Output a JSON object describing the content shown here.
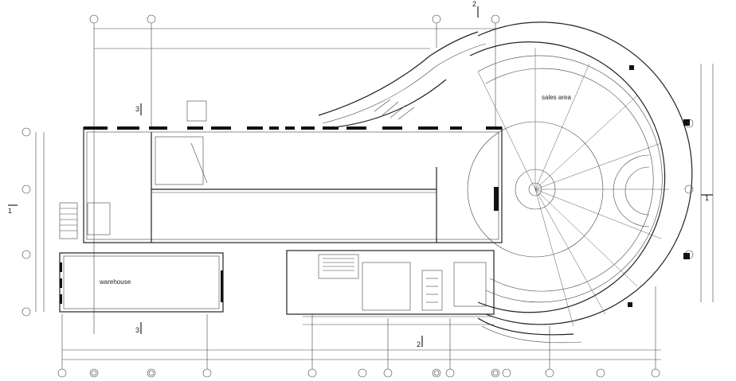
{
  "drawing": {
    "rooms": {
      "warehouse": "warehouse",
      "sales_area": "sales area"
    },
    "section_marks": {
      "top": "2",
      "bottom": "2",
      "left_top": "3",
      "left_bottom": "3",
      "left": "1",
      "right": "1"
    },
    "colors": {
      "line": "#222222",
      "background": "#ffffff"
    }
  }
}
